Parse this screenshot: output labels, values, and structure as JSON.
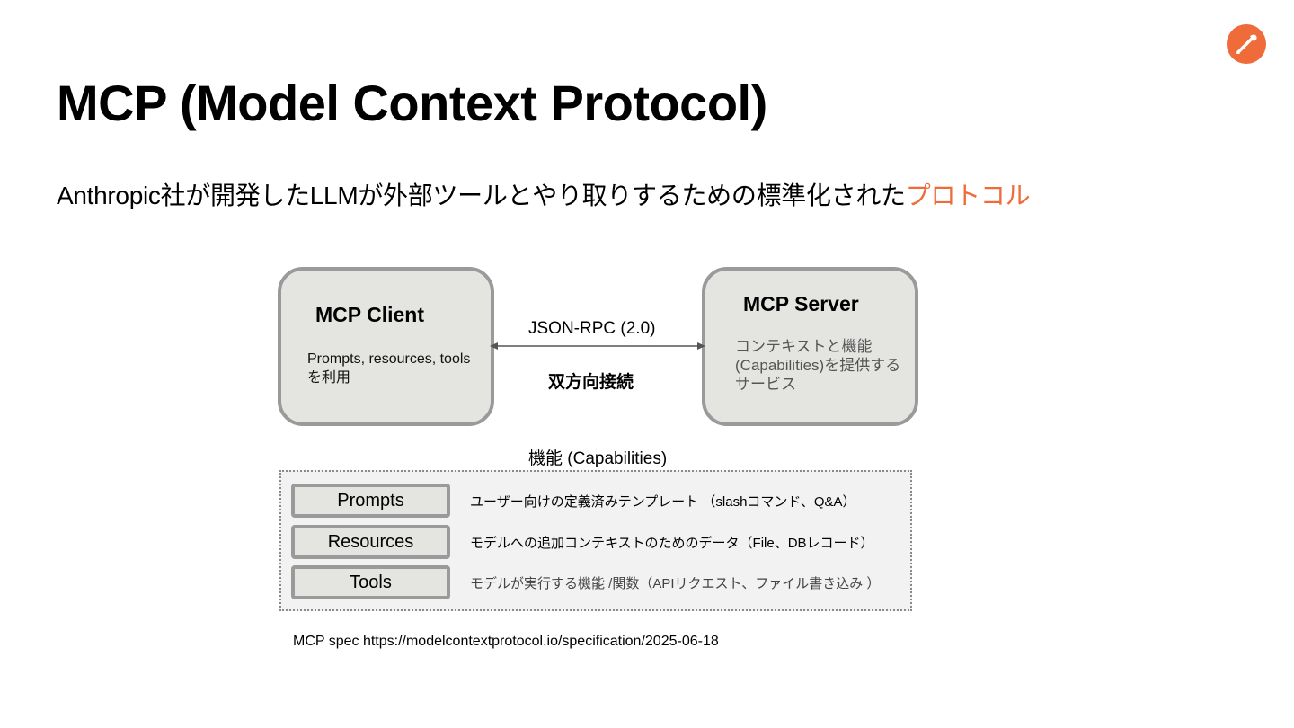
{
  "accent_color": "#EF6C3A",
  "logo_icon": "postman-logo-icon",
  "title": "MCP (Model Context Protocol)",
  "subtitle": {
    "text": "Anthropic社が開発したLLMが外部ツールとやり取りするための標準化された",
    "accent": "プロトコル"
  },
  "diagram": {
    "client": {
      "title": "MCP Client",
      "description": "Prompts, resources, toolsを利用"
    },
    "server": {
      "title": "MCP Server",
      "description": "コンテキストと機能(Capabilities)を提供するサービス"
    },
    "protocol_label": "JSON-RPC (2.0)",
    "connection_label": "双方向接続"
  },
  "capabilities": {
    "title": "機能 (Capabilities)",
    "items": [
      {
        "name": "Prompts",
        "description": "ユーザー向けの定義済みテンプレート （slashコマンド、Q&A）"
      },
      {
        "name": "Resources",
        "description": "モデルへの追加コンテキストのためのデータ（File、DBレコード）"
      },
      {
        "name": "Tools",
        "description": "モデルが実行する機能 /関数（APIリクエスト、ファイル書き込み ）"
      }
    ]
  },
  "footer": {
    "spec": "MCP spec https://modelcontextprotocol.io/specification/2025-06-18"
  }
}
